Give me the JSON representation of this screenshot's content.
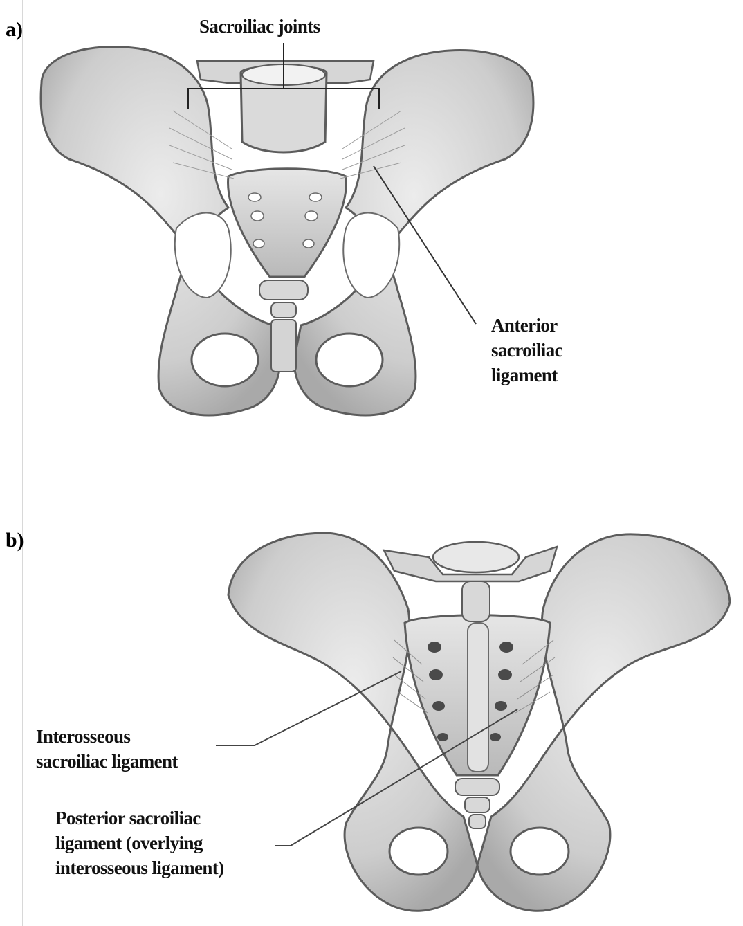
{
  "panels": {
    "a": {
      "letter": "a)"
    },
    "b": {
      "letter": "b)"
    }
  },
  "labels": {
    "sacroiliac_joints": "Sacroiliac joints",
    "anterior_lig": [
      "Anterior",
      "sacroiliac",
      "ligament"
    ],
    "interosseous_lig": [
      "Interosseous",
      "sacroiliac ligament"
    ],
    "posterior_lig": [
      "Posterior sacroiliac",
      "ligament (overlying",
      "interosseous ligament)"
    ]
  },
  "colors": {
    "bone": "#cfcfcf",
    "bone_light": "#e4e4e4",
    "bone_dark": "#8a8a8a",
    "outline": "#5c5c5c",
    "text": "#111111"
  }
}
